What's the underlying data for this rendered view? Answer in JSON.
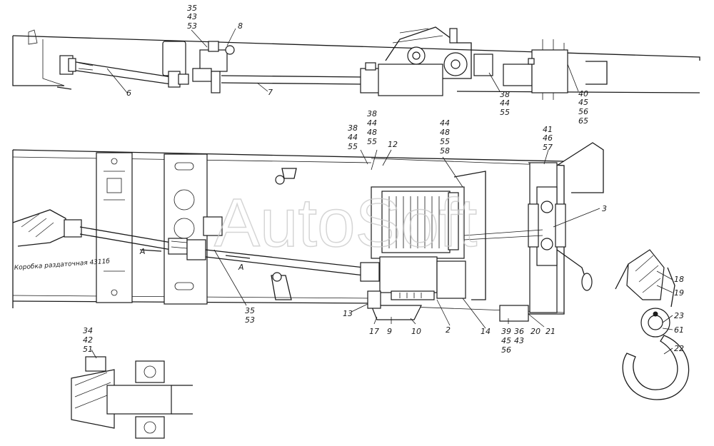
{
  "watermark": "AutoSoft",
  "caption": "Коробка раздаточная 4311б",
  "section_marks": [
    "A",
    "A"
  ],
  "labels": {
    "top": {
      "g1": [
        "35",
        "43",
        "53"
      ],
      "n8": "8",
      "n6": "6",
      "n7": "7",
      "g38": [
        "38",
        "44",
        "55"
      ],
      "g40": [
        "40",
        "45",
        "56",
        "65"
      ]
    },
    "middle": {
      "g38a": [
        "38",
        "44",
        "55"
      ],
      "g38b": [
        "38",
        "44",
        "48",
        "55"
      ],
      "n12": "12",
      "g44": [
        "44",
        "48",
        "55",
        "58"
      ],
      "g41": [
        "41",
        "46",
        "57"
      ],
      "n3": "3",
      "g35": [
        "35",
        "53"
      ],
      "n13": "13",
      "n17": "17",
      "n9": "9",
      "n10": "10",
      "n2": "2",
      "n14": "14",
      "g39": [
        "39",
        "45",
        "56"
      ],
      "g36": [
        "36",
        "43"
      ],
      "n20": "20",
      "n21": "21"
    },
    "right": {
      "n18": "18",
      "n19": "19",
      "n23": "23",
      "n61": "61",
      "n22": "22"
    },
    "bottom": {
      "g34": [
        "34",
        "42",
        "51"
      ]
    }
  }
}
